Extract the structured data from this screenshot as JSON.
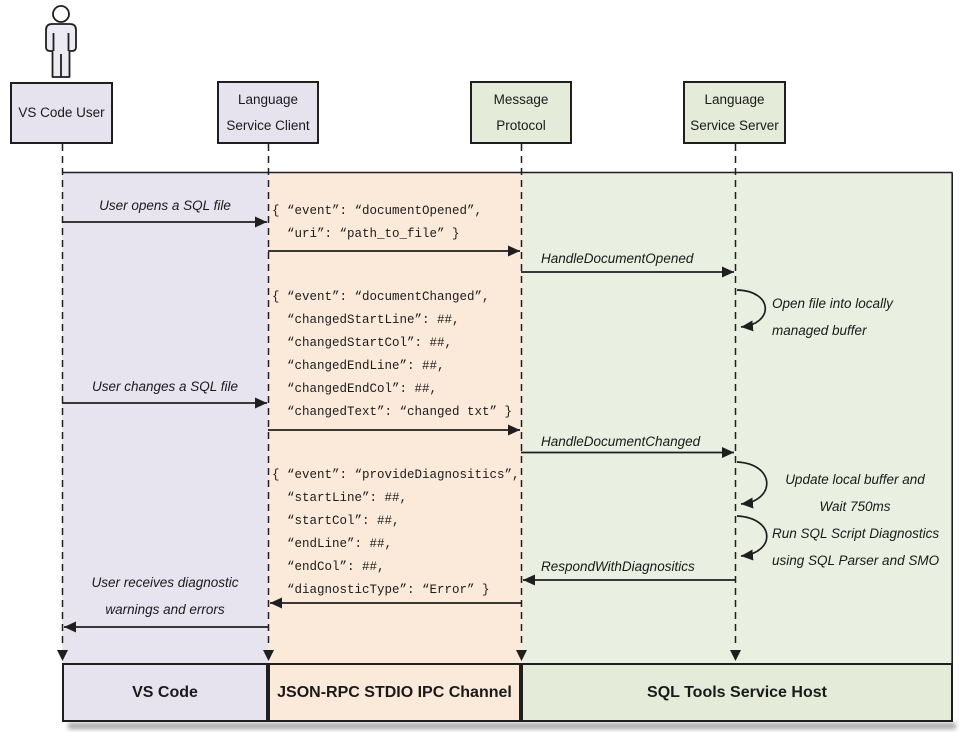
{
  "actors": {
    "user": {
      "line1": "VS Code User"
    },
    "client": {
      "line1": "Language",
      "line2": "Service Client"
    },
    "protocol": {
      "line1": "Message",
      "line2": "Protocol"
    },
    "server": {
      "line1": "Language",
      "line2": "Service Server"
    }
  },
  "messages": {
    "user_opens_file": "User opens a SQL file",
    "user_changes_file": "User changes a SQL file",
    "user_receives_line1": "User receives diagnostic",
    "user_receives_line2": "warnings and errors",
    "handle_document_opened": "HandleDocumentOpened",
    "handle_document_changed": "HandleDocumentChanged",
    "respond_with_diagnostics": "RespondWithDiagnositics",
    "open_buffer_note_line1": "Open file into locally",
    "open_buffer_note_line2": "managed buffer",
    "update_buffer_note_line1": "Update local buffer and",
    "update_buffer_note_line2": "Wait 750ms",
    "run_diagnostics_note_line1": "Run SQL Script Diagnostics",
    "run_diagnostics_note_line2": "using SQL Parser and SMO"
  },
  "payloads": {
    "document_opened": [
      "{ “event”: “documentOpened”,",
      "  “uri”: “path_to_file” }"
    ],
    "document_changed": [
      "{ “event”: “documentChanged”,",
      "  “changedStartLine”: ##,",
      "  “changedStartCol”: ##,",
      "  “changedEndLine”: ##,",
      "  “changedEndCol”: ##,",
      "  “changedText”: “changed txt” }"
    ],
    "provide_diagnostics": [
      "{ “event”: “provideDiagnositics”,",
      "  “startLine”: ##,",
      "  “startCol”: ##,",
      "  “endLine”: ##,",
      "  “endCol”: ##,",
      "  “diagnosticType”: “Error” }"
    ]
  },
  "footer": {
    "vscode": "VS Code",
    "channel": "JSON-RPC STDIO IPC Channel",
    "host": "SQL Tools Service Host"
  },
  "colors": {
    "lane_lavender": "#e7e4f0",
    "lane_peach": "#fbe9da",
    "lane_green": "#e9efe1",
    "box_lavender": "#e6e3ee",
    "box_green": "#e4ecd9",
    "line": "#1f1f1f"
  }
}
